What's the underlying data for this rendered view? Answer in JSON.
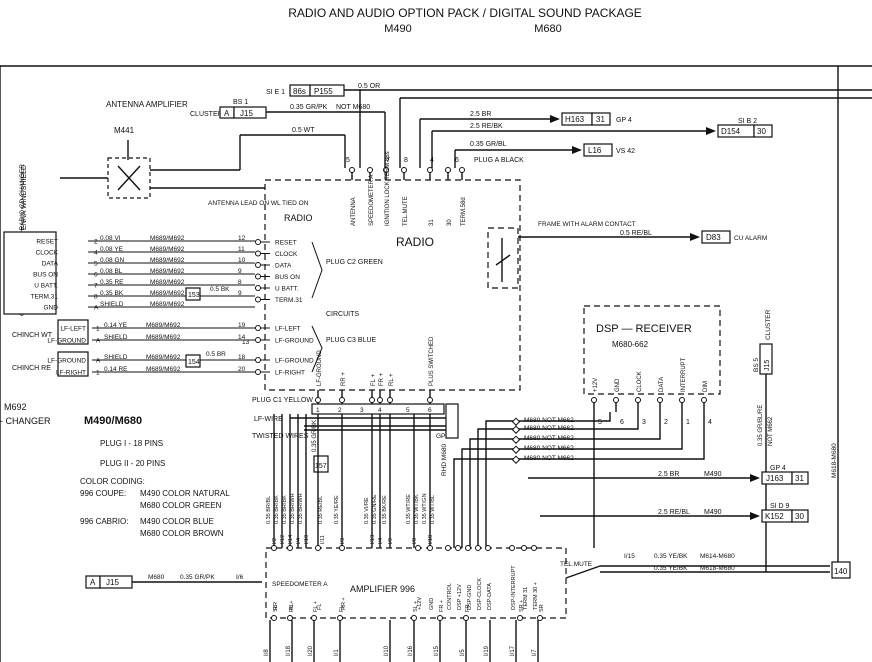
{
  "header": {
    "title": "RADIO AND AUDIO OPTION PACK / DIGITAL SOUND PACKAGE",
    "code_left": "M490",
    "code_right": "M680"
  },
  "antenna": {
    "amplifier_label": "ANTENNA AMPLIFIER",
    "component": "M441",
    "windshield_label": "ANTENNA WINDSHIELD",
    "lead_note": "ANTENNA LEAD ON WL TIED ON",
    "bs1": "BS 1",
    "cluster": "CLUSTER",
    "conn_a": "A",
    "conn_j15": "J15",
    "wire_grpk": "0.35 GR/PK",
    "not_m680": "NOT M680",
    "wire_wt": "0.5 WT"
  },
  "top_refs": {
    "si_e1": "SI E 1",
    "r86s": "86s",
    "p155": "P155",
    "wire_or": "0.5 OR",
    "h163": "H163",
    "n31": "31",
    "gp4": "GP 4",
    "wire_25br": "2.5 BR",
    "wire_25rebk": "2.5 RE/BK",
    "si_b2": "SI B 2",
    "d154": "D154",
    "n30": "30",
    "wire_035grbl": "0.35 GR/BL",
    "l16": "L16",
    "vs42": "VS 42",
    "plug_a_black": "PLUG A BLACK"
  },
  "radio": {
    "title": "RADIO",
    "title_small": "RADIO",
    "top_pins": [
      "ANTENNA",
      "SPEEDOMETER A",
      "IGNITION LOCK TERM.86s",
      "TEL.MUTE",
      "31",
      "30",
      "TERM.58d"
    ],
    "pin_numbers": [
      "5",
      "7",
      "8",
      "4",
      "6"
    ],
    "plug_c2": "PLUG C2 GREEN",
    "plug_c3": "PLUG C3 BLUE",
    "plug_c1": "PLUG C1 YELLOW",
    "circuits": "CIRCUITS",
    "c2_pins": [
      "RESET",
      "CLOCK",
      "DATA",
      "BUS ON",
      "U BATT.",
      "TERM.31"
    ],
    "c3_pins": [
      "LF-LEFT",
      "LF-GROUND",
      "LF-GROUND",
      "LF-RIGHT"
    ],
    "bottom_pins": [
      "LF-GROUND",
      "RR +",
      "FL +",
      "FR +",
      "RL +",
      "PLUS SWITCHED"
    ]
  },
  "cd_changer": {
    "label": "CONNECTION WIRE 8 WAY RADIO CD-CHANGER",
    "rows": [
      {
        "signal": "RESET",
        "num": "2",
        "wire": "0.08 VI",
        "group": "M689/M692",
        "pin": "12"
      },
      {
        "signal": "CLOCK",
        "num": "4",
        "wire": "0.08 YE",
        "group": "M689/M692",
        "pin": "11"
      },
      {
        "signal": "DATA",
        "num": "5",
        "wire": "0.08 GN",
        "group": "M689/M692",
        "pin": "10"
      },
      {
        "signal": "BUS ON",
        "num": "6",
        "wire": "0.08 BL",
        "group": "M689/M692",
        "pin": "9"
      },
      {
        "signal": "U BATT.",
        "num": "7",
        "wire": "0.35 RE",
        "group": "M689/M692",
        "pin": "8"
      },
      {
        "signal": "TERM.31",
        "num": "8",
        "wire": "0.35 BK",
        "group": "M689/M692",
        "pin": "9"
      },
      {
        "signal": "GND",
        "num": "A",
        "wire": "SHIELD",
        "group": "M689/M692",
        "pin": ""
      }
    ],
    "extra_wire": "0.5 BK",
    "g53": "153",
    "g54": "154"
  },
  "cinch": {
    "wt_label": "CHINCH WT",
    "re_label": "CHINCH RE",
    "wt_rows": [
      {
        "signal": "LF-LEFT",
        "num": "1",
        "wire": "0.14 YE",
        "group": "M689/M692",
        "pin": "19"
      },
      {
        "signal": "LF-GROUND",
        "num": "A",
        "wire": "SHIELD",
        "group": "M689/M692",
        "pin": "14"
      }
    ],
    "re_rows": [
      {
        "signal": "LF-GROUND",
        "num": "A",
        "wire": "SHIELD",
        "group": "M689/M692",
        "pin": "18"
      },
      {
        "signal": "LF-RIGHT",
        "num": "1",
        "wire": "0.14 RE",
        "group": "M689/M692",
        "pin": "20"
      }
    ],
    "extra_wire": "0.5 BR",
    "pin13": "13"
  },
  "frame": {
    "label": "FRAME WITH ALARM CONTACT",
    "wire": "0.5 RE/BL",
    "d83": "D83",
    "cu_alarm": "CU ALARM"
  },
  "dsp": {
    "title": "DSP — RECEIVER",
    "model": "M680-662",
    "pins": [
      "+12V",
      "GND",
      "CLOCK",
      "DATA",
      "INTERRUPT",
      "DIM"
    ],
    "pin_numbers": [
      "5",
      "6",
      "3",
      "2",
      "1",
      "4"
    ],
    "bs5": "BS 5",
    "cluster": "CLUSTER",
    "j15": "J15",
    "wire_brre": "0.35 GR/BL/RE",
    "not_m662": "NOT M662",
    "m618": "M618-M680",
    "m680_lines": [
      "M680 NOT M662",
      "M680 NOT M662",
      "M680 NOT M662",
      "M680 NOT M662",
      "M680 NOT M662"
    ]
  },
  "notes": {
    "m692": "M692",
    "changer": "- CHANGER",
    "title": "M490/M680",
    "plug1": "PLUG I - 18 PINS",
    "plug2": "PLUG II - 20 PINS",
    "color_coding": "COLOR CODING:",
    "coupe": "996 COUPE:",
    "coupe_a": "M490 COLOR NATURAL",
    "coupe_b": "M680 COLOR GREEN",
    "cabrio": "996 CABRIO:",
    "cabrio_a": "M490 COLOR BLUE",
    "cabrio_b": "M680 COLOR BROWN",
    "lf_wire": "LF-WIRE",
    "twisted": "TWISTED WIRES",
    "wire_grbk": "0.35 GR/BK",
    "m157": "157"
  },
  "amplifier": {
    "title": "AMPLIFIER 996",
    "speedometer": "SPEEDOMETER A",
    "tel_mute": "TEL.MUTE",
    "top_pins": [
      "RR",
      "RL",
      "FL",
      "RR +",
      "+12V",
      "GND",
      "CONTROL",
      "DSP +12V",
      "DSP-GND",
      "DSP-CLOCK",
      "DSP-DATA",
      "DSP-INTERRUPT",
      "TERM 31",
      "TERM 30 +"
    ],
    "bottom_pins": [
      "SL",
      "RL +",
      "FL +",
      "FL",
      "SL +",
      "FR +",
      "FR",
      "SR +",
      "SR"
    ],
    "bottom_nums": [
      "I/8",
      "I/18",
      "I/20",
      "I/1",
      "I/10",
      "I/16",
      "I/15",
      "I/5",
      "I/19",
      "I/17",
      "I/7"
    ],
    "wire_nums": [
      "I/2",
      "I/12",
      "I/14",
      "I/4",
      "I/10",
      "I/11",
      "I/3",
      "I/13",
      "I/4",
      "I/9",
      "I/8",
      "I/18"
    ],
    "conn_a": "A",
    "conn_j15": "J15",
    "m680": "M680",
    "wire_grpk": "0.35 GR/PK",
    "pin_i6": "I/6",
    "pin_i15": "I/15",
    "wire_yebk1": "0.35 YE/BK",
    "wire_yebk2": "0.35 YE/BK",
    "m614": "M614-M680",
    "m618b": "M618-M680",
    "n140": "140"
  },
  "amp_refs": {
    "gp4": "GP 4",
    "j163": "J163",
    "n31": "31",
    "wire_25br": "2.5 BR",
    "m490": "M490",
    "si_d9": "SI D 9",
    "k152": "K152",
    "n30": "30",
    "wire_25rebl": "2.5 RE/BL",
    "m490b": "M490",
    "rh_m680": "RHD M680",
    "gp_j163": "GP 4"
  },
  "wire_colors": [
    "0.35 BR/BL",
    "0.35 BR/BK",
    "0.35 BR/BK",
    "0.35 BR/WH",
    "0.35 BR/WH",
    "0.35 RE/BL",
    "0.35 YE/RE",
    "0.35 VI/RE",
    "0.35 GN/RE",
    "0.35 BK/RE",
    "0.35 WT/RE",
    "0.35 WT/BK",
    "0.35 WT/GN",
    "0.35 WT/BL"
  ]
}
